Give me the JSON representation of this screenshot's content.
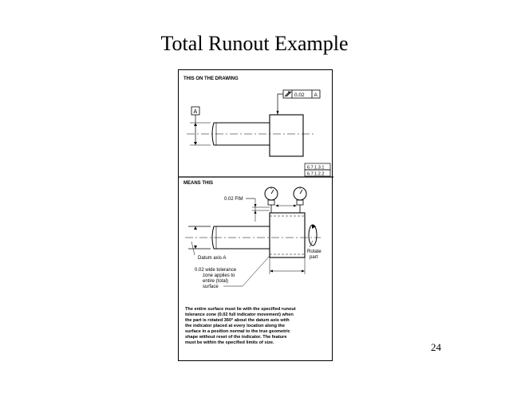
{
  "slide": {
    "title": "Total Runout Example",
    "page_number": "24"
  },
  "top_panel": {
    "heading": "THIS ON THE DRAWING",
    "fcf_tolerance": "0.02",
    "fcf_datum": "A",
    "datum_feature_label": "A",
    "refs": [
      "6.7.1.3.1",
      "6.7.1.2.2"
    ]
  },
  "bottom_panel": {
    "heading": "MEANS THIS",
    "fim_label": "0.02 FIM",
    "datum_axis_label": "Datum axis A",
    "rotate_label_line1": "Rotate",
    "rotate_label_line2": "part",
    "zone_note": [
      "0.02 wide tolerance",
      "zone applies to",
      "entire (total)",
      "surface"
    ],
    "explanation": [
      "The entire surface must lie with the specified runout",
      "tolerance zone (0.02 full indicator movement) when",
      "the part is rotated 360° about the datum axis with",
      "the indicator placed at every location along the",
      "surface in a position normal to the true geometric",
      "shape without reset of the indicator. The feature",
      "must be within the specified limits of size."
    ]
  }
}
